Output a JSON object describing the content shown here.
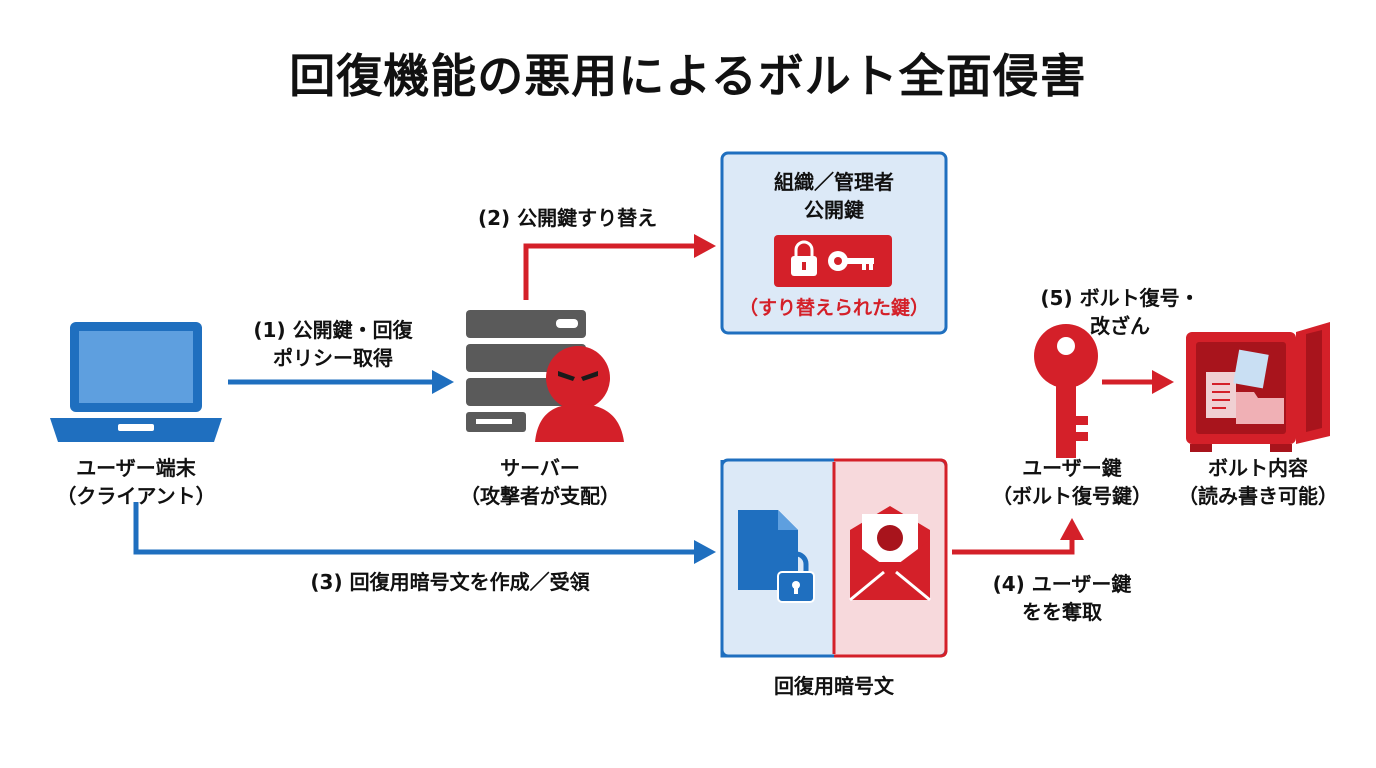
{
  "title": "回復機能の悪用によるボルト全面侵害",
  "nodes": {
    "client": {
      "line1": "ユーザー端末",
      "line2": "（クライアント）"
    },
    "server": {
      "line1": "サーバー",
      "line2": "（攻撃者が支配）"
    },
    "public_key_box": {
      "line1": "組織／管理者",
      "line2": "公開鍵",
      "note": "（すり替えられた鍵）"
    },
    "recovery_box": {
      "label": "回復用暗号文"
    },
    "user_key": {
      "line1": "ユーザー鍵",
      "line2": "（ボルト復号鍵）"
    },
    "vault": {
      "line1": "ボルト内容",
      "line2": "（読み書き可能）"
    }
  },
  "steps": {
    "step1": {
      "line1": "(1) 公開鍵・回復",
      "line2": "ポリシー取得"
    },
    "step2": {
      "line1": "(2) 公開鍵すり替え"
    },
    "step3": {
      "line1": "(3) 回復用暗号文を作成／受領"
    },
    "step4": {
      "line1": "(4) ユーザー鍵",
      "line2": "をを奪取"
    },
    "step5": {
      "line1": "(5) ボルト復号・",
      "line2": "改ざん"
    }
  },
  "colors": {
    "blue": "#1f6fbf",
    "light_blue": "#dce9f7",
    "red": "#d42029",
    "light_red": "#f7d9dc",
    "dark_red": "#a8141c",
    "gray": "#6b6b6b"
  },
  "icons": [
    "laptop-icon",
    "server-icon",
    "attacker-icon",
    "padlock-icon",
    "key-icon",
    "document-lock-icon",
    "envelope-seal-icon",
    "safe-icon"
  ]
}
